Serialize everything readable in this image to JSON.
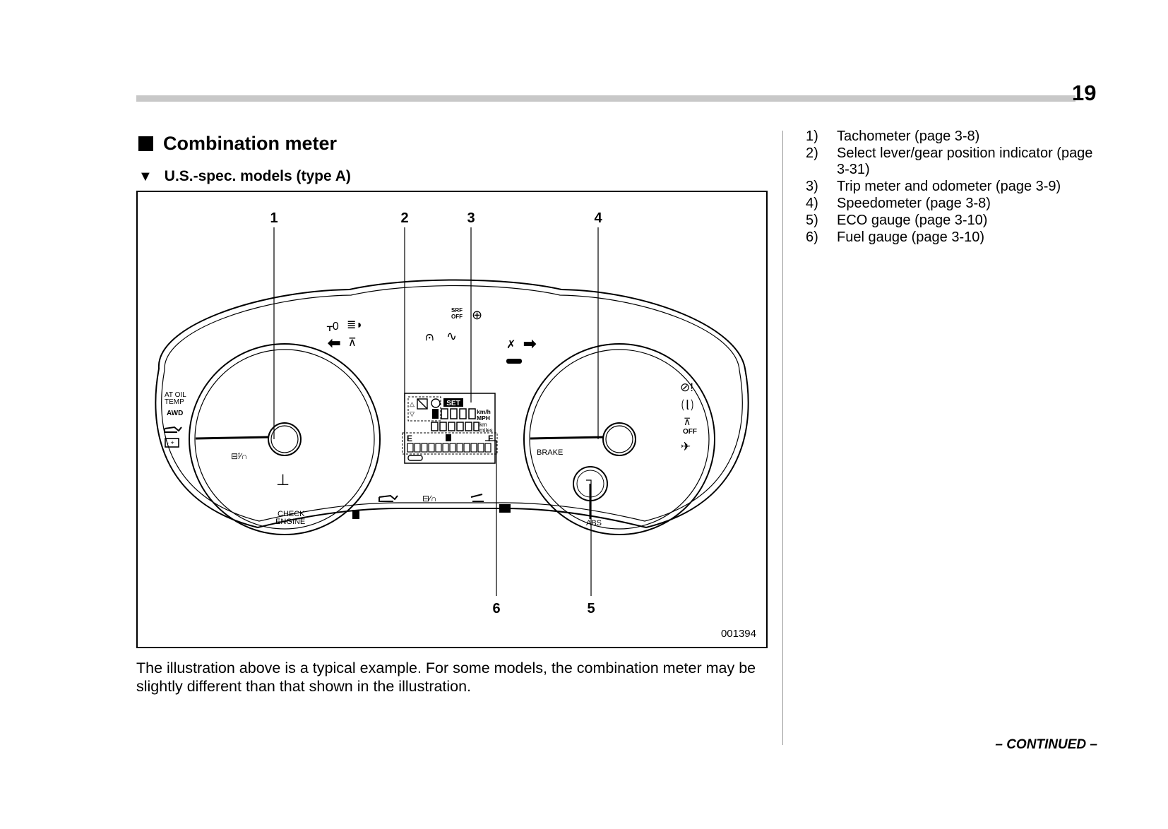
{
  "header": {
    "page_number": "19"
  },
  "section": {
    "title": "Combination meter"
  },
  "subsection": {
    "title": "U.S.-spec. models (type A)"
  },
  "figure": {
    "code": "001394",
    "callouts": [
      "1",
      "2",
      "3",
      "4",
      "5",
      "6"
    ],
    "labels": {
      "at_oil_temp_1": "AT OIL",
      "at_oil_temp_2": "TEMP",
      "awd": "AWD",
      "check_engine_1": "CHECK",
      "check_engine_2": "ENGINE",
      "brake": "BRAKE",
      "abs": "ABS",
      "srf_off_1": "SRF",
      "srf_off_2": "OFF",
      "off": "OFF",
      "set": "SET",
      "kmh": "km/h",
      "mph": "MPH",
      "km": "km",
      "miles": "miles",
      "fuel_empty": "E",
      "fuel_full": "F"
    }
  },
  "caption": "The illustration above is a typical example. For some models, the combination meter may be slightly different than that shown in the illustration.",
  "legend": [
    {
      "num": "1)",
      "text": "Tachometer (page 3-8)"
    },
    {
      "num": "2)",
      "text": "Select lever/gear position indicator (page 3-31)"
    },
    {
      "num": "3)",
      "text": "Trip meter and odometer (page 3-9)"
    },
    {
      "num": "4)",
      "text": "Speedometer (page 3-8)"
    },
    {
      "num": "5)",
      "text": "ECO gauge (page 3-10)"
    },
    {
      "num": "6)",
      "text": "Fuel gauge (page 3-10)"
    }
  ],
  "footer": {
    "continued": "– CONTINUED –"
  }
}
